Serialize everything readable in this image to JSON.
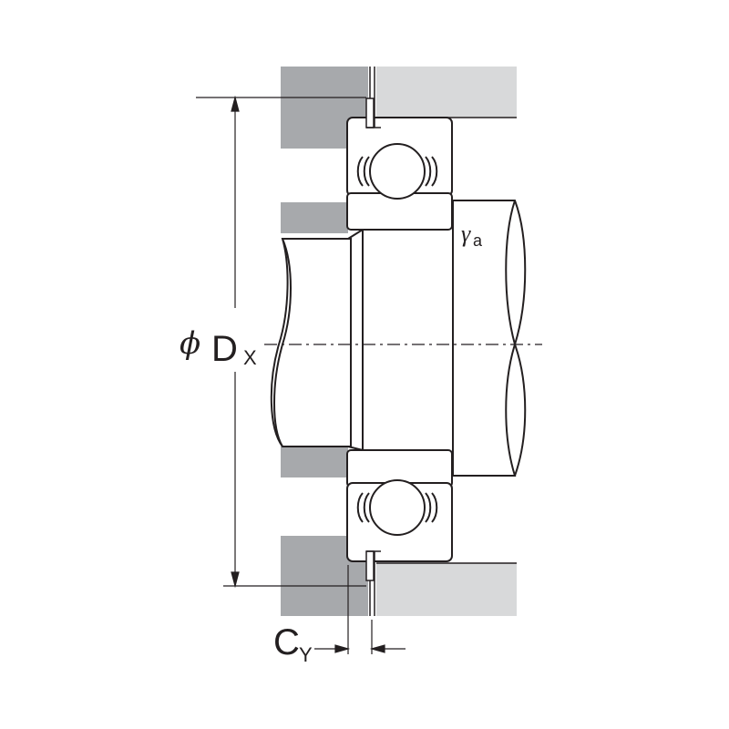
{
  "labels": {
    "phi": "ϕ",
    "d": "D",
    "d_sub": "X",
    "c": "C",
    "c_sub": "Y",
    "r": "γ",
    "r_sub": "a"
  },
  "colors": {
    "dark_housing": "#a7a9ac",
    "light_housing": "#d8d9da",
    "stroke": "#231f20"
  }
}
